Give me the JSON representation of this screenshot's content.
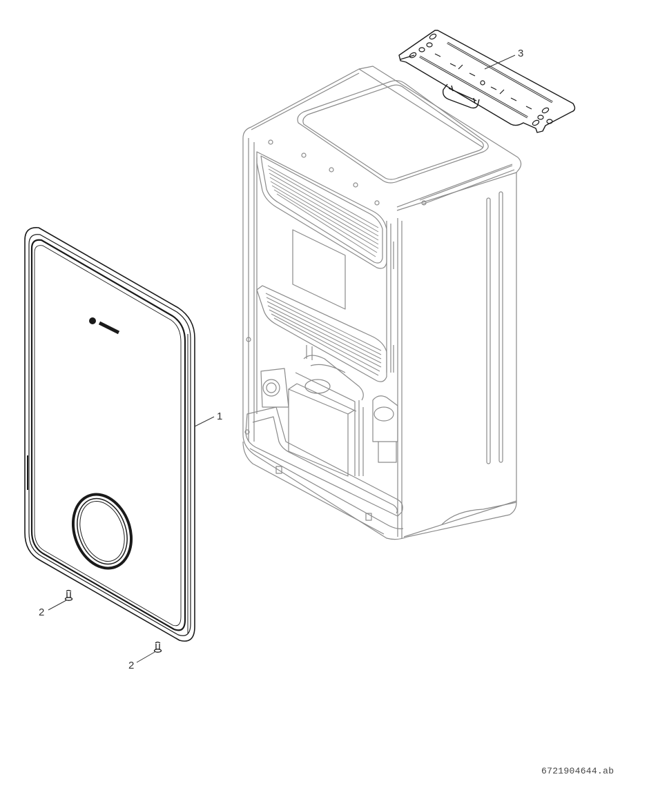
{
  "diagram": {
    "type": "exploded-view",
    "description": "Wall-hung appliance exploded assembly drawing",
    "parts": [
      {
        "id": "1",
        "label": "1",
        "name": "front-cover"
      },
      {
        "id": "2a",
        "label": "2",
        "name": "screw"
      },
      {
        "id": "2b",
        "label": "2",
        "name": "screw"
      },
      {
        "id": "3",
        "label": "3",
        "name": "mounting-bracket"
      }
    ],
    "figure_id": "6721904644.ab",
    "colors": {
      "line_dark": "#1a1a1a",
      "line_light": "#8a8a8a",
      "background": "#ffffff"
    }
  }
}
